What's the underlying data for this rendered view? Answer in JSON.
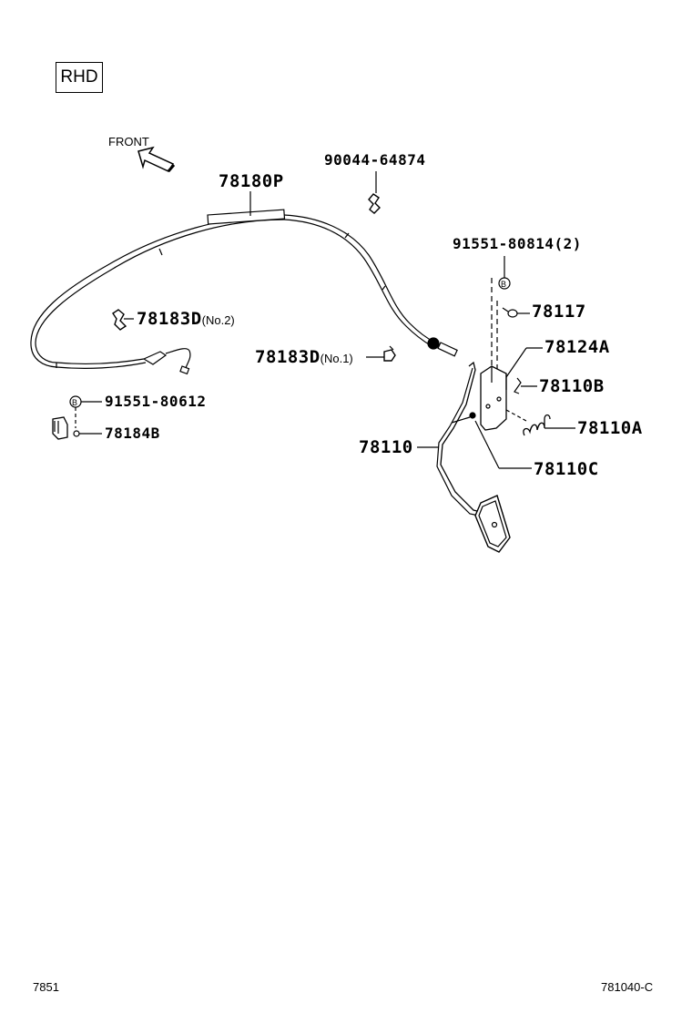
{
  "header": {
    "variant_badge": "RHD",
    "direction_label": "FRONT"
  },
  "parts": {
    "cable": {
      "number": "78180P"
    },
    "clip_top": {
      "number": "90044-64874"
    },
    "bolt_right": {
      "number": "91551-80814",
      "qty": "(2)"
    },
    "stopper": {
      "number": "78117"
    },
    "bracket": {
      "number": "78124A"
    },
    "clip_pedal": {
      "number": "78110B"
    },
    "spring": {
      "number": "78110A"
    },
    "pedal": {
      "number": "78110"
    },
    "bushing": {
      "number": "78110C"
    },
    "clamp_no2": {
      "number": "78183D",
      "suffix": "(No.2)"
    },
    "clamp_no1": {
      "number": "78183D",
      "suffix": "(No.1)"
    },
    "bolt_left": {
      "number": "91551-80612"
    },
    "bracket_left": {
      "number": "78184B"
    }
  },
  "callouts": {
    "bolt_marker": "B"
  },
  "footer": {
    "page_code": "7851",
    "figure_code": "781040-C"
  }
}
